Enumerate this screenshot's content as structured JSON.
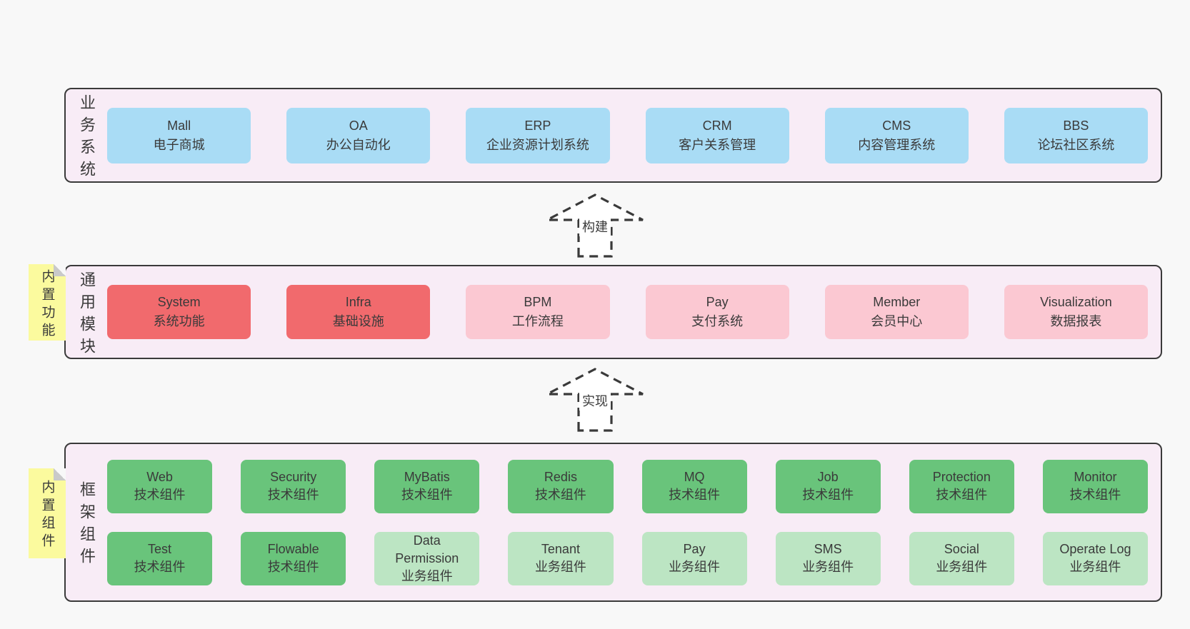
{
  "colors": {
    "background": "#f8f8f8",
    "band_bg": "#f8ecf6",
    "band_border": "#3a3a3a",
    "text": "#3a3a3a",
    "blue": "#a9dcf5",
    "red": "#f16a6d",
    "pink": "#fbc8d2",
    "green": "#69c47b",
    "green_light": "#bce5c3",
    "sticky_yellow": "#fbfa9e",
    "fold_gray": "#c9c9c9",
    "arrow_fill": "#ffffff"
  },
  "bands": [
    {
      "label": "业务系统",
      "boxes": [
        {
          "title": "Mall",
          "subtitle": "电子商城"
        },
        {
          "title": "OA",
          "subtitle": "办公自动化"
        },
        {
          "title": "ERP",
          "subtitle": "企业资源计划系统"
        },
        {
          "title": "CRM",
          "subtitle": "客户关系管理"
        },
        {
          "title": "CMS",
          "subtitle": "内容管理系统"
        },
        {
          "title": "BBS",
          "subtitle": "论坛社区系统"
        }
      ]
    },
    {
      "label": "通用模块",
      "sticky": "内置功能",
      "boxes": [
        {
          "title": "System",
          "subtitle": "系统功能"
        },
        {
          "title": "Infra",
          "subtitle": "基础设施"
        },
        {
          "title": "BPM",
          "subtitle": "工作流程"
        },
        {
          "title": "Pay",
          "subtitle": "支付系统"
        },
        {
          "title": "Member",
          "subtitle": "会员中心"
        },
        {
          "title": "Visualization",
          "subtitle": "数据报表"
        }
      ]
    },
    {
      "label": "框架组件",
      "sticky": "内置组件",
      "rows": [
        [
          {
            "title": "Web",
            "subtitle": "技术组件"
          },
          {
            "title": "Security",
            "subtitle": "技术组件"
          },
          {
            "title": "MyBatis",
            "subtitle": "技术组件"
          },
          {
            "title": "Redis",
            "subtitle": "技术组件"
          },
          {
            "title": "MQ",
            "subtitle": "技术组件"
          },
          {
            "title": "Job",
            "subtitle": "技术组件"
          },
          {
            "title": "Protection",
            "subtitle": "技术组件"
          },
          {
            "title": "Monitor",
            "subtitle": "技术组件"
          }
        ],
        [
          {
            "title": "Test",
            "subtitle": "技术组件"
          },
          {
            "title": "Flowable",
            "subtitle": "技术组件"
          },
          {
            "title": "Data Permission",
            "subtitle": "业务组件"
          },
          {
            "title": "Tenant",
            "subtitle": "业务组件"
          },
          {
            "title": "Pay",
            "subtitle": "业务组件"
          },
          {
            "title": "SMS",
            "subtitle": "业务组件"
          },
          {
            "title": "Social",
            "subtitle": "业务组件"
          },
          {
            "title": "Operate Log",
            "subtitle": "业务组件"
          }
        ]
      ]
    }
  ],
  "arrows": [
    {
      "label": "构建"
    },
    {
      "label": "实现"
    }
  ]
}
